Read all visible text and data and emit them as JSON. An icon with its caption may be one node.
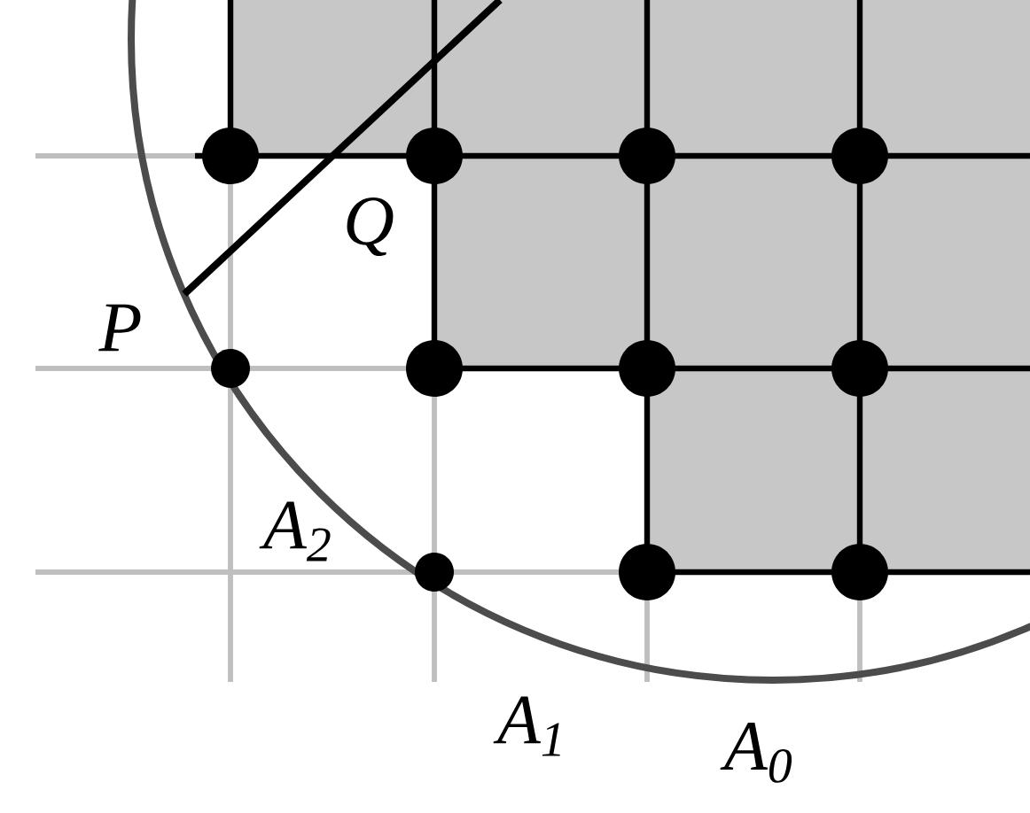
{
  "diagram": {
    "labels": [
      "P",
      "Q",
      "A$_{2}$",
      "A$_{1}$",
      "A$_{0}$"
    ]
  }
}
